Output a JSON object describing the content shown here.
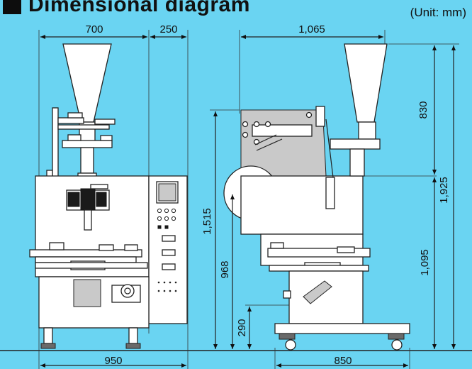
{
  "title": "Dimensional diagram",
  "unit": "(Unit: mm)",
  "dimensions": {
    "front_top_left": "700",
    "front_top_right": "250",
    "front_bottom": "950",
    "side_top": "1,065",
    "side_bottom": "850",
    "hopper_height": "830",
    "total_height": "1,925",
    "base_height": "1,095",
    "table_height": "1,515",
    "mid_height": "968",
    "low_height": "290"
  }
}
